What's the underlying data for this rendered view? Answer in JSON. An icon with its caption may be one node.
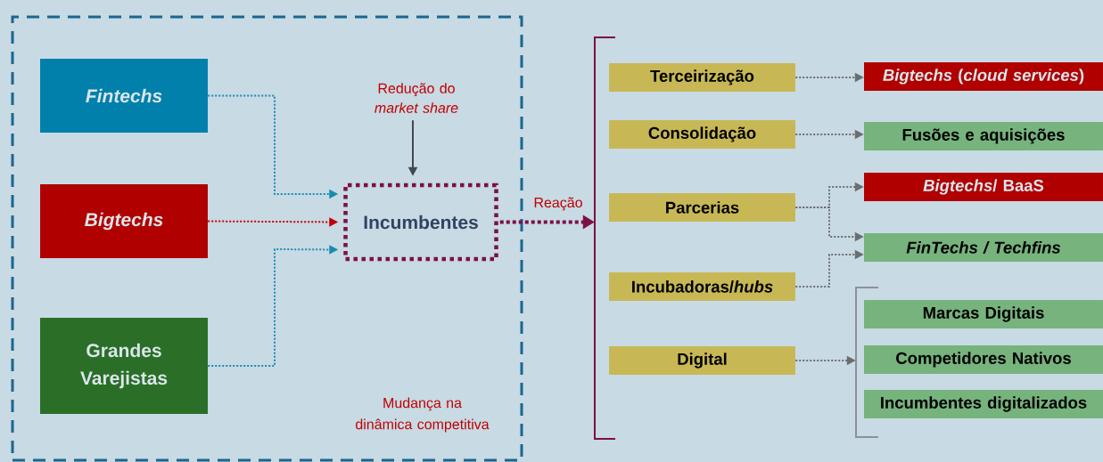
{
  "diagram": {
    "nodes": [
      {
        "text": [
          "Mudança na dinâmica competitiva"
        ]
      },
      {
        "text": [
          "Fintechs"
        ],
        "in": 0
      },
      {
        "text": [
          "Bigtechs"
        ],
        "in": 0
      },
      {
        "text": [
          "Grandes Varejistas"
        ],
        "in": 0
      },
      {
        "text": [
          "Incumbentes"
        ],
        "in": 0
      },
      {
        "text": [
          "Redução do *market share*"
        ],
        "in": 0
      },
      {
        "text": [],
        "shape": "bracket"
      },
      {
        "text": [
          "Terceirização"
        ]
      },
      {
        "text": [
          "Consolidação"
        ]
      },
      {
        "text": [
          "Parcerias"
        ]
      },
      {
        "text": [
          "Incubadoras/*hubs*"
        ]
      },
      {
        "text": [
          "Digital"
        ]
      },
      {
        "text": [
          "*Bigtechs* (*cloud services*)"
        ]
      },
      {
        "text": [
          "Fusões e aquisições"
        ]
      },
      {
        "text": [
          "*Bigtechs*/ BaaS"
        ]
      },
      {
        "text": [
          "FinTechs / Techfins"
        ]
      },
      {
        "text": [],
        "shape": "bracket"
      },
      {
        "text": [
          "Marcas Digitais"
        ]
      },
      {
        "text": [
          "Competidores Nativos"
        ]
      },
      {
        "text": [
          "Incumbentes digitalizados"
        ]
      }
    ],
    "edges": [
      {
        "from": 1,
        "to": 4,
        "arrow": "to",
        "style": "dashed",
        "color": "#1a8bb0"
      },
      {
        "from": 2,
        "to": 4,
        "arrow": "to",
        "style": "dashed",
        "color": "#c00000"
      },
      {
        "from": 3,
        "to": 4,
        "arrow": "to",
        "style": "dashed",
        "color": "#1a8bb0"
      },
      {
        "from": 5,
        "to": 4,
        "arrow": "to",
        "color": "#40494f"
      },
      {
        "from": 4,
        "to": 6,
        "arrow": "to",
        "label": "Reação",
        "style": "dashed",
        "color": "#7b1046"
      },
      {
        "from": 7,
        "to": 12,
        "arrow": "to",
        "style": "dashed",
        "color": "#6b6e70"
      },
      {
        "from": 8,
        "to": 13,
        "arrow": "to",
        "style": "dashed",
        "color": "#6b6e70"
      },
      {
        "from": 9,
        "to": 14,
        "arrow": "to",
        "style": "dashed",
        "color": "#6b6e70"
      },
      {
        "from": 9,
        "to": 15,
        "arrow": "to",
        "style": "dashed",
        "color": "#6b6e70"
      },
      {
        "from": 10,
        "to": 15,
        "arrow": "to",
        "style": "dashed",
        "color": "#6b6e70"
      },
      {
        "from": 11,
        "to": 16,
        "arrow": "to",
        "style": "dashed",
        "color": "#6b6e70"
      }
    ]
  }
}
